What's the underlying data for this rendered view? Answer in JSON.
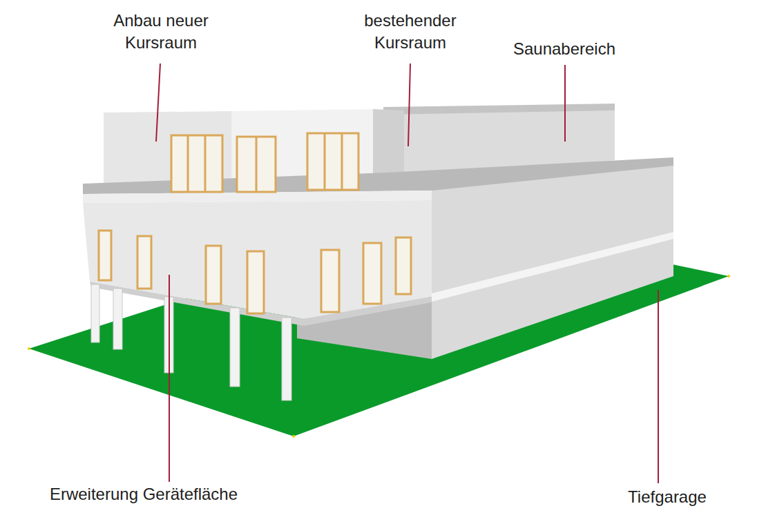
{
  "diagram": {
    "labels": [
      "Anbau neuer Kursraum",
      "bestehender Kursraum",
      "Saunabereich",
      "Erweiterung Gerätefläche",
      "Tiefgarage"
    ]
  }
}
